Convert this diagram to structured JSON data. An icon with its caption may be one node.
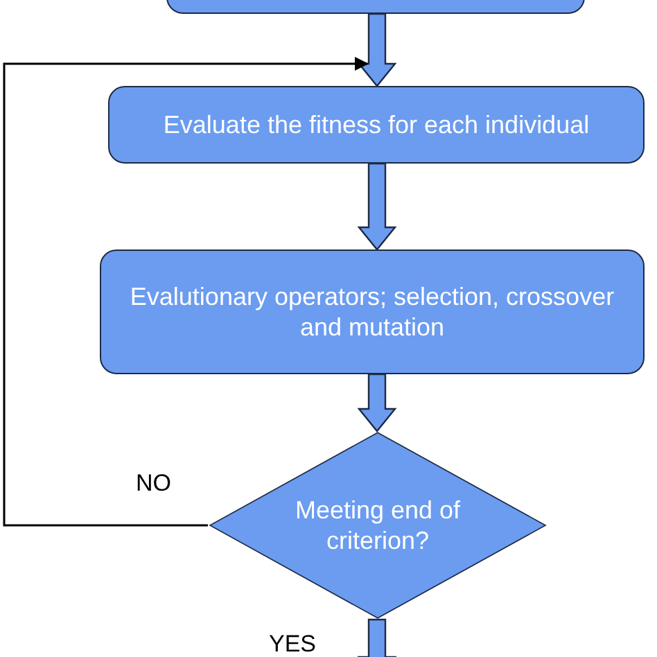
{
  "diagram": {
    "nodes": [
      {
        "text": [],
        "shape": "box"
      },
      {
        "text": [
          "Evaluate the fitness for each individual"
        ]
      },
      {
        "text": [
          "Evalutionary operators; selection, crossover and mutation"
        ]
      },
      {
        "text": [
          "Meeting end of criterion?"
        ]
      }
    ],
    "edges": [
      {
        "from": 0,
        "to": 1,
        "arrow": "to",
        "style": "thick"
      },
      {
        "from": 1,
        "to": 2,
        "arrow": "to",
        "style": "thick"
      },
      {
        "from": 2,
        "to": 3,
        "arrow": "to",
        "style": "thick"
      },
      {
        "from": 3,
        "to": null,
        "arrow": "to",
        "style": "thick",
        "label": "YES"
      },
      {
        "from": 3,
        "to": 1,
        "arrow": "to",
        "label": "NO"
      }
    ]
  }
}
